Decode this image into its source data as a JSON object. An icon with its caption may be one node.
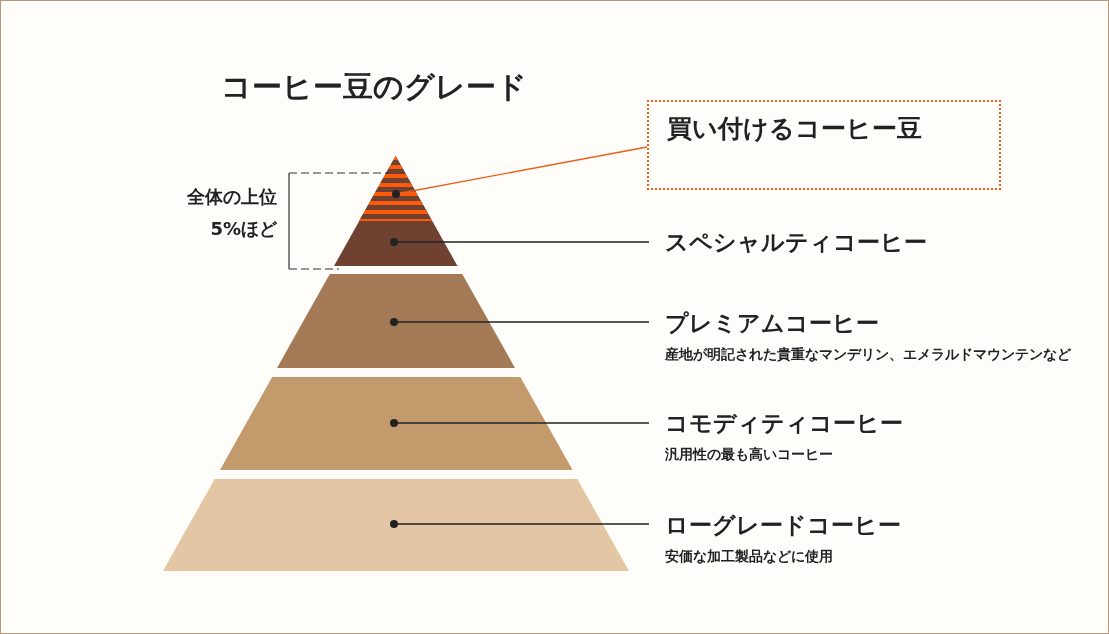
{
  "diagram": {
    "title": "コーヒー豆のグレード",
    "nodes": [
      {
        "text": [
          "買い付けるコーヒー豆"
        ]
      },
      {
        "text": [],
        "shape": "triangle"
      },
      {
        "text": [],
        "shape": "triangle",
        "in": 1
      },
      {
        "text": [
          "スペシャルティコーヒー"
        ]
      },
      {
        "text": [
          "プレミアムコーヒー",
          "産地が明記された貴重なマンデリン、エメラルドマウンテンなど"
        ]
      },
      {
        "text": [],
        "shape": "band"
      },
      {
        "text": [
          "コモディティコーヒー",
          "汎用性の最も高いコーヒー"
        ]
      },
      {
        "text": [],
        "shape": "band"
      },
      {
        "text": [
          "ローグレードコーヒー",
          "安価な加工製品などに使用"
        ]
      },
      {
        "text": [],
        "shape": "band"
      }
    ],
    "edges": [
      {
        "from": 0,
        "to": 2,
        "arrow": "other",
        "color": "#e8601c"
      },
      {
        "from": 3,
        "to": 1,
        "arrow": "other"
      },
      {
        "from": 4,
        "to": 5,
        "arrow": "other"
      },
      {
        "from": 6,
        "to": 7,
        "arrow": "other"
      },
      {
        "from": 8,
        "to": 9,
        "arrow": "other"
      }
    ],
    "labels": [
      "全体の上位5%ほど"
    ]
  }
}
